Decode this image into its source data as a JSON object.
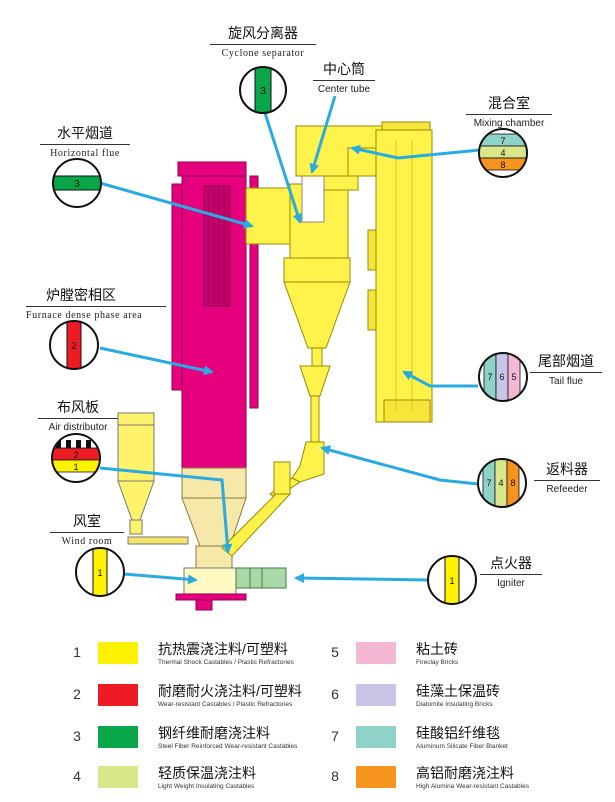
{
  "colors": {
    "yellow": "#fff200",
    "red": "#ed1c24",
    "green": "#0aa64a",
    "light_green": "#d9e68a",
    "pink": "#f5b8d4",
    "lavender": "#c9c5e6",
    "teal": "#8fd2c8",
    "orange": "#f7941d",
    "magenta": "#e6007e",
    "arrow": "#29abe2",
    "body_yellow": "#fff24a"
  },
  "labels": {
    "cyclone": {
      "zh": "旋风分离器",
      "en": "Cyclone separator"
    },
    "center_tube": {
      "zh": "中心筒",
      "en": "Center tube"
    },
    "horizontal_flue": {
      "zh": "水平烟道",
      "en": "Horizontal flue"
    },
    "mixing_chamber": {
      "zh": "混合室",
      "en": "Mixing chamber"
    },
    "furnace": {
      "zh": "炉膛密相区",
      "en": "Furnace dense phase area"
    },
    "air_distributor": {
      "zh": "布风板",
      "en": "Air distributor"
    },
    "tail_flue": {
      "zh": "尾部烟道",
      "en": "Tail flue"
    },
    "refeeder": {
      "zh": "返料器",
      "en": "Refeeder"
    },
    "wind_room": {
      "zh": "风室",
      "en": "Wind room"
    },
    "igniter": {
      "zh": "点火器",
      "en": "Igniter"
    }
  },
  "circles": {
    "cyclone": [
      "3"
    ],
    "horizontal_flue": [
      "3"
    ],
    "mixing_chamber": [
      "7",
      "4",
      "8"
    ],
    "furnace": [
      "2"
    ],
    "air_distributor": [
      "2",
      "1"
    ],
    "tail_flue": [
      "7",
      "6",
      "5"
    ],
    "refeeder": [
      "7",
      "4",
      "8"
    ],
    "wind_room": [
      "1"
    ],
    "igniter": [
      "1"
    ]
  },
  "legend": [
    {
      "num": "1",
      "zh": "抗热震浇注料/可塑料",
      "en": "Thermal Shock Castables / Plastic Refractories",
      "color": "#fff200"
    },
    {
      "num": "2",
      "zh": "耐磨耐火浇注料/可塑料",
      "en": "Wear-resistant Castables / Plastic Refractories",
      "color": "#ed1c24"
    },
    {
      "num": "3",
      "zh": "钢纤维耐磨浇注料",
      "en": "Steel Fiber Reinforced Wear-resistant Castables",
      "color": "#0aa64a"
    },
    {
      "num": "4",
      "zh": "轻质保温浇注料",
      "en": "Light Weight Insulating Castables",
      "color": "#d9e68a"
    },
    {
      "num": "5",
      "zh": "粘土砖",
      "en": "Fireclay Bricks",
      "color": "#f5b8d4"
    },
    {
      "num": "6",
      "zh": "硅藻土保温砖",
      "en": "Diatomite Insulating Bricks",
      "color": "#c9c5e6"
    },
    {
      "num": "7",
      "zh": "硅酸铝纤维毯",
      "en": "Aluminum Silicate Fiber Blanket",
      "color": "#8fd2c8"
    },
    {
      "num": "8",
      "zh": "高铝耐磨浇注料",
      "en": "High Alumina Wear-resistant Castables",
      "color": "#f7941d"
    }
  ]
}
